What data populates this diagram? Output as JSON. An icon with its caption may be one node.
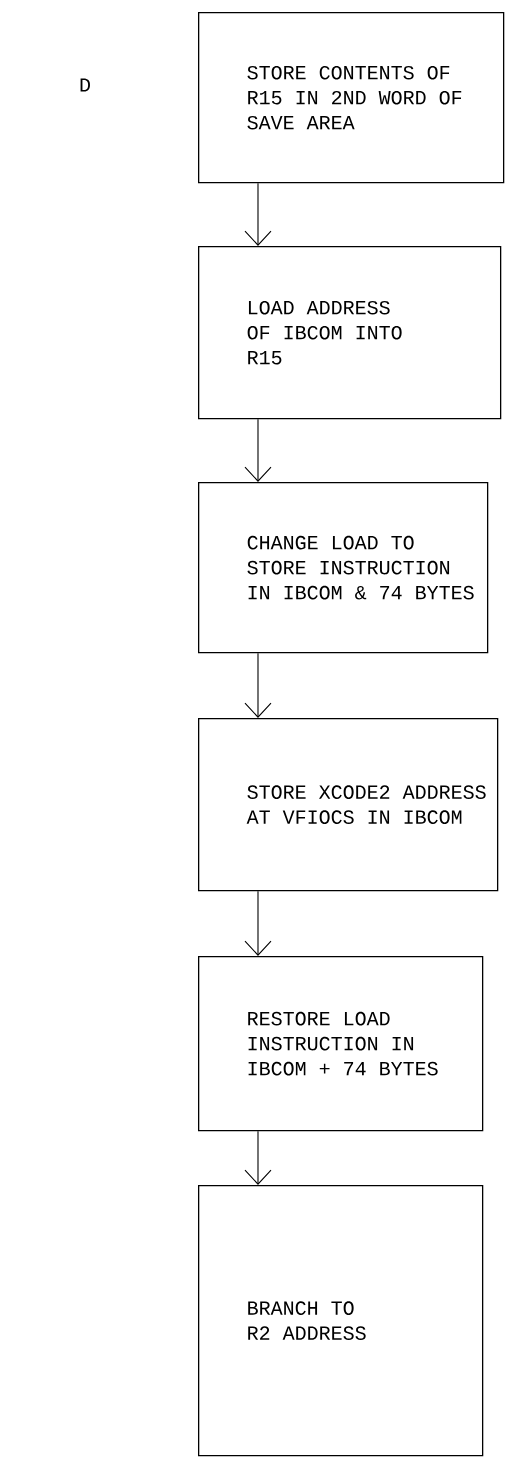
{
  "diagram": {
    "nodes": [
      {
        "text": [
          "STORE CONTENTS OF R15 IN 2ND WORD OF SAVE AREA"
        ]
      },
      {
        "text": [
          "LOAD ADDRESS OF IBCOM INTO R15"
        ]
      },
      {
        "text": [
          "CHANGE LOAD TO STORE INSTRUCTION IN IBCOM & 74 BYTES"
        ]
      },
      {
        "text": [
          "STORE XCODE2 ADDRESS AT VFIOCS IN IBCOM"
        ]
      },
      {
        "text": [
          "RESTORE LOAD INSTRUCTION IN IBCOM + 74 BYTES"
        ]
      },
      {
        "text": [
          "BRANCH TO R2 ADDRESS"
        ]
      }
    ],
    "edges": [
      {
        "from": 0,
        "to": 1,
        "arrow": "to"
      },
      {
        "from": 1,
        "to": 2,
        "arrow": "to"
      },
      {
        "from": 2,
        "to": 3,
        "arrow": "to"
      },
      {
        "from": 3,
        "to": 4,
        "arrow": "to"
      },
      {
        "from": 4,
        "to": 5,
        "arrow": "to"
      }
    ],
    "labels": [
      "D"
    ]
  }
}
